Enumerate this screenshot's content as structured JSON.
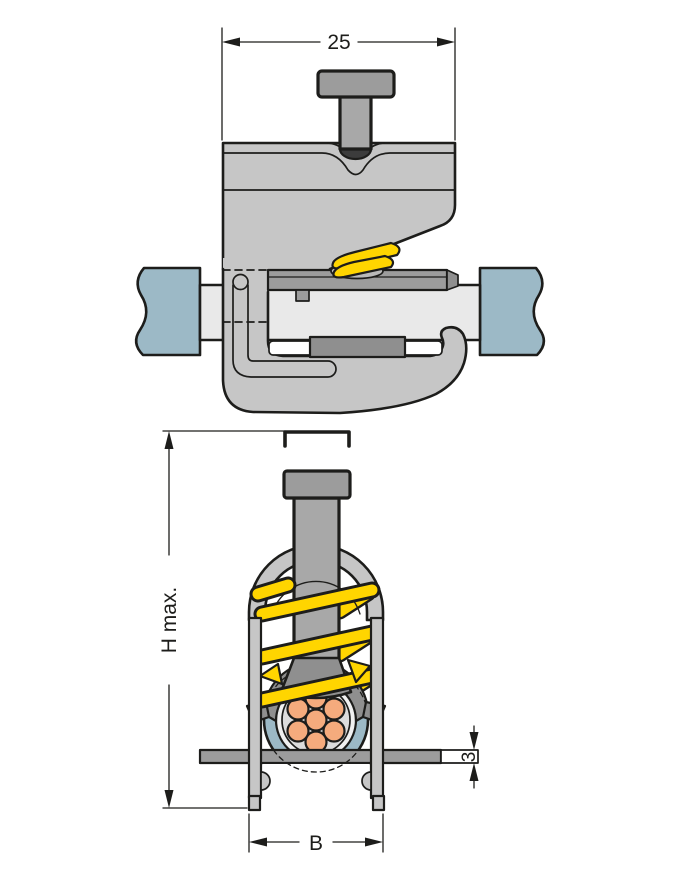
{
  "drawing": {
    "description": "shield-clamp-dimensional-drawing",
    "views": {
      "side_view": "clamp-on-busbar-side-view",
      "front_view": "clamp-on-busbar-front-view"
    },
    "dimensions": {
      "width_top": "25",
      "height": "H max.",
      "base_width": "B",
      "busbar_thickness": "3"
    }
  },
  "palette": {
    "outline": "#1d1d1b",
    "body": "#c6c6c6",
    "med": "#9c9c9c",
    "dark": "#8f8f8f",
    "busbar_light": "#e9e9e9",
    "blue": "#9cb9c6",
    "yellow": "#ffd500",
    "wire": "#f5ab7d",
    "stem": "#a8a8a8",
    "seat": "#b9b9b9"
  }
}
